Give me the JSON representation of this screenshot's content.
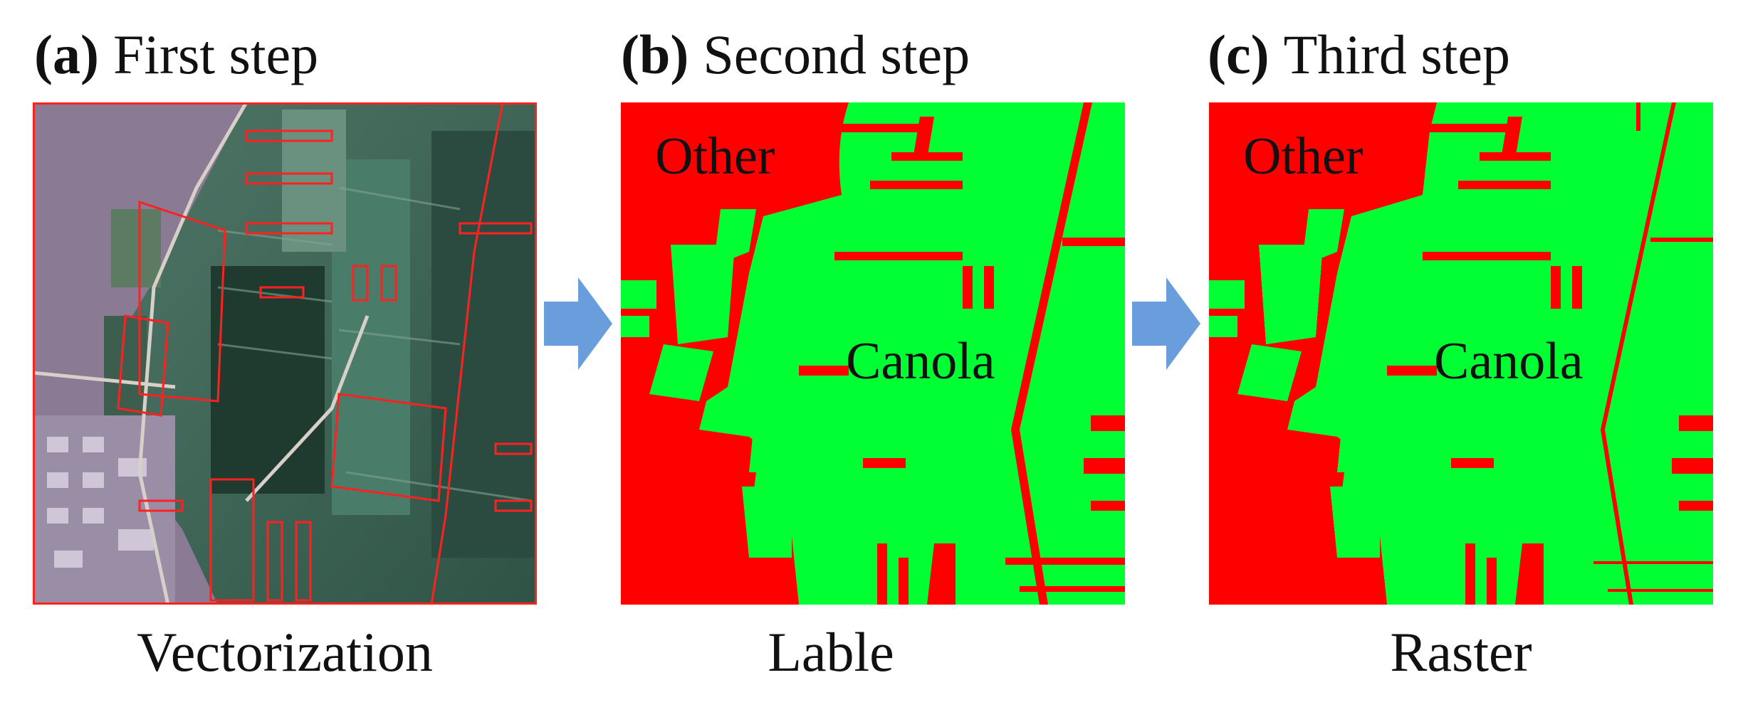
{
  "steps": [
    {
      "tag": "(a)",
      "title": "First step",
      "caption": "Vectorization"
    },
    {
      "tag": "(b)",
      "title": "Second step",
      "caption": "Lable",
      "region_labels": {
        "other": "Other",
        "crop": "Canola"
      }
    },
    {
      "tag": "(c)",
      "title": "Third step",
      "caption": "Raster",
      "region_labels": {
        "other": "Other",
        "crop": "Canola"
      }
    }
  ],
  "colors": {
    "other_class": "#ff0000",
    "canola_class": "#00ff33",
    "boundary": "#ff2020",
    "arrow": "#6a9ddc",
    "imagery_field": "#3f6a5c",
    "imagery_urban": "#8a7a94"
  },
  "icons": [
    "right-arrow-icon",
    "right-arrow-icon"
  ]
}
